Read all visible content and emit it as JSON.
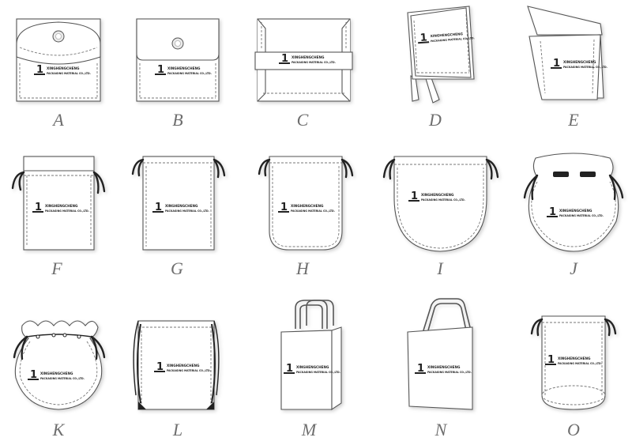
{
  "brand": {
    "logo_mark": "1",
    "name_line1": "XINGHENGCHENG",
    "name_line2": "PACKAGING MATERIAL CO.,LTD."
  },
  "colors": {
    "outline": "#555555",
    "fill": "#ffffff",
    "cord": "#222222",
    "label": "#6e6e6e"
  },
  "items": [
    {
      "letter": "A",
      "style": "envelope-round-flap-snap"
    },
    {
      "letter": "B",
      "style": "envelope-square-flap-snap"
    },
    {
      "letter": "C",
      "style": "sleeve-with-band"
    },
    {
      "letter": "D",
      "style": "folder-with-ribbon"
    },
    {
      "letter": "E",
      "style": "folder-open-flap"
    },
    {
      "letter": "F",
      "style": "drawstring-flat-top"
    },
    {
      "letter": "G",
      "style": "drawstring-rectangle"
    },
    {
      "letter": "H",
      "style": "drawstring-rounded-bottom"
    },
    {
      "letter": "I",
      "style": "drawstring-round-bottom-wide"
    },
    {
      "letter": "J",
      "style": "drawstring-pouch-scalloped-top"
    },
    {
      "letter": "K",
      "style": "drawstring-pouch-ruffled-top"
    },
    {
      "letter": "L",
      "style": "drawstring-backpack"
    },
    {
      "letter": "M",
      "style": "tote-bag-gusseted"
    },
    {
      "letter": "N",
      "style": "tote-bag-flat"
    },
    {
      "letter": "O",
      "style": "drawstring-cylinder"
    }
  ]
}
